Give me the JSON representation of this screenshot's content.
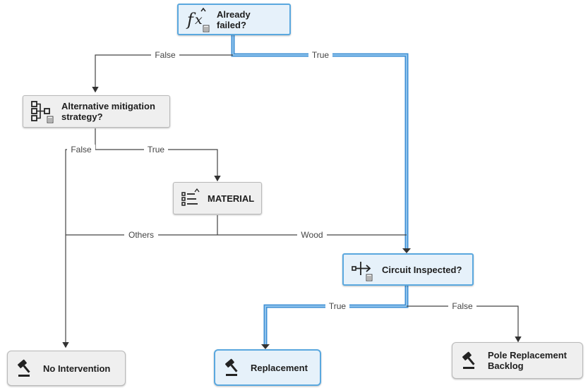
{
  "nodes": {
    "already_failed": "Already failed?",
    "alt_mitigation": "Alternative mitigation strategy?",
    "material": "MATERIAL",
    "circuit_inspected": "Circuit Inspected?",
    "no_intervention": "No Intervention",
    "replacement": "Replacement",
    "pole_backlog": "Pole Replacement Backlog"
  },
  "edges": {
    "false_1": "False",
    "true_1": "True",
    "false_2": "False",
    "true_2": "True",
    "others": "Others",
    "wood": "Wood",
    "true_3": "True",
    "false_3": "False"
  },
  "colors": {
    "highlight_path": "#3d8fd4",
    "edge": "#444444",
    "node_bg": "#efefef"
  }
}
